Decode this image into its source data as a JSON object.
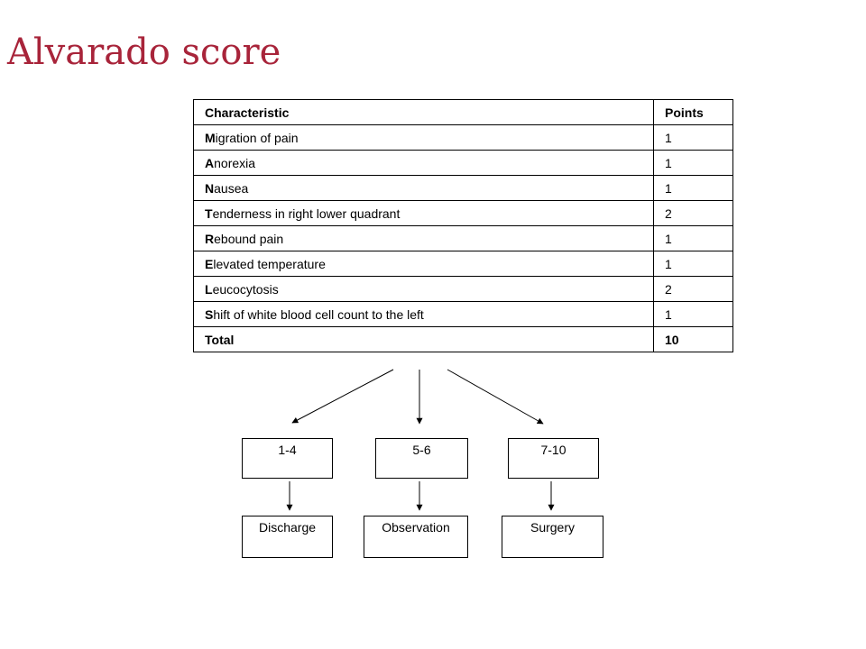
{
  "title": "Alvarado score",
  "table": {
    "headers": [
      "Characteristic",
      "Points"
    ],
    "rows": [
      {
        "initial": "M",
        "rest": "igration of pain",
        "points": "1"
      },
      {
        "initial": "A",
        "rest": "norexia",
        "points": "1"
      },
      {
        "initial": "N",
        "rest": "ausea",
        "points": "1"
      },
      {
        "initial": "T",
        "rest": "enderness in right lower quadrant",
        "points": "2"
      },
      {
        "initial": "R",
        "rest": "ebound pain",
        "points": "1"
      },
      {
        "initial": "E",
        "rest": "levated temperature",
        "points": "1"
      },
      {
        "initial": "L",
        "rest": "eucocytosis",
        "points": "2"
      },
      {
        "initial": "S",
        "rest": "hift of white blood cell count to the left",
        "points": "1"
      }
    ],
    "total_label": "Total",
    "total_points": "10"
  },
  "ranges": [
    "1-4",
    "5-6",
    "7-10"
  ],
  "outcomes": [
    "Discharge",
    "Observation",
    "Surgery"
  ]
}
